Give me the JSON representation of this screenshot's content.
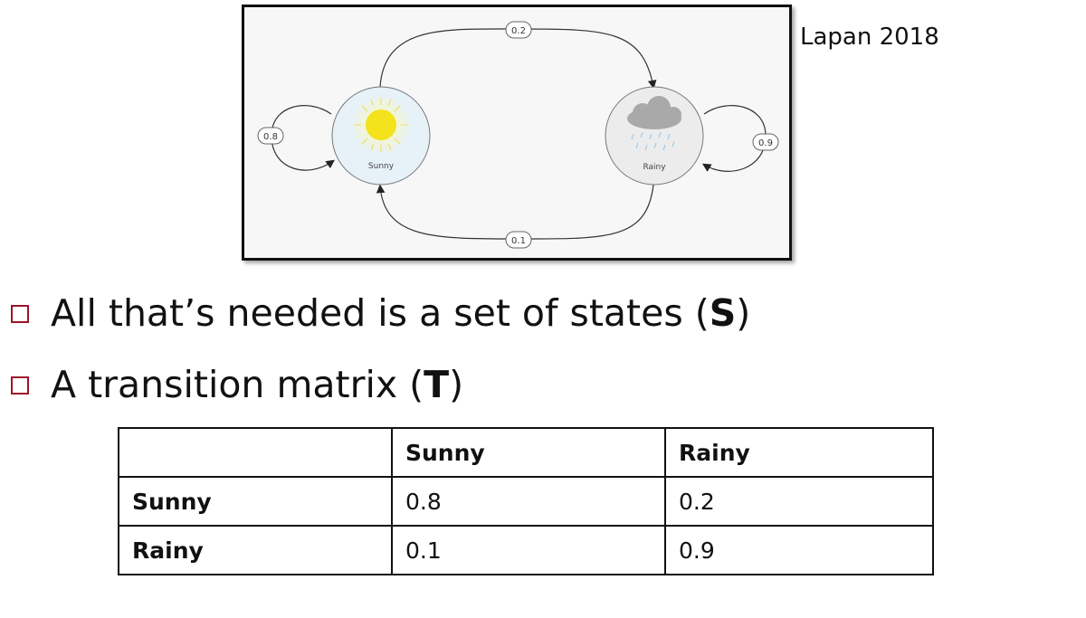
{
  "credit": "Lapan 2018",
  "diagram": {
    "states": [
      {
        "name": "Sunny",
        "icon": "sun-icon",
        "fill": "#e6f1f8",
        "sun_color": "#f3e21c"
      },
      {
        "name": "Rainy",
        "icon": "rain-cloud-icon",
        "fill": "#ececec",
        "cloud_color": "#a9a9a9",
        "rain_color": "#8fc7e8"
      }
    ],
    "transitions": [
      {
        "from": "Sunny",
        "to": "Rainy",
        "probability": "0.2"
      },
      {
        "from": "Rainy",
        "to": "Sunny",
        "probability": "0.1"
      },
      {
        "from": "Sunny",
        "to": "Sunny",
        "probability": "0.8"
      },
      {
        "from": "Rainy",
        "to": "Rainy",
        "probability": "0.9"
      }
    ]
  },
  "bullets": [
    {
      "text": "All that’s needed is a set of states (",
      "bold": "S",
      "end": ")"
    },
    {
      "text": "A transition matrix (",
      "bold": "T",
      "end": ")"
    }
  ],
  "matrix": {
    "header": [
      "",
      "Sunny",
      "Rainy"
    ],
    "rows": [
      [
        "Sunny",
        "0.8",
        "0.2"
      ],
      [
        "Rainy",
        "0.1",
        "0.9"
      ]
    ]
  },
  "colors": {
    "bullet_box": "#a0132c"
  }
}
